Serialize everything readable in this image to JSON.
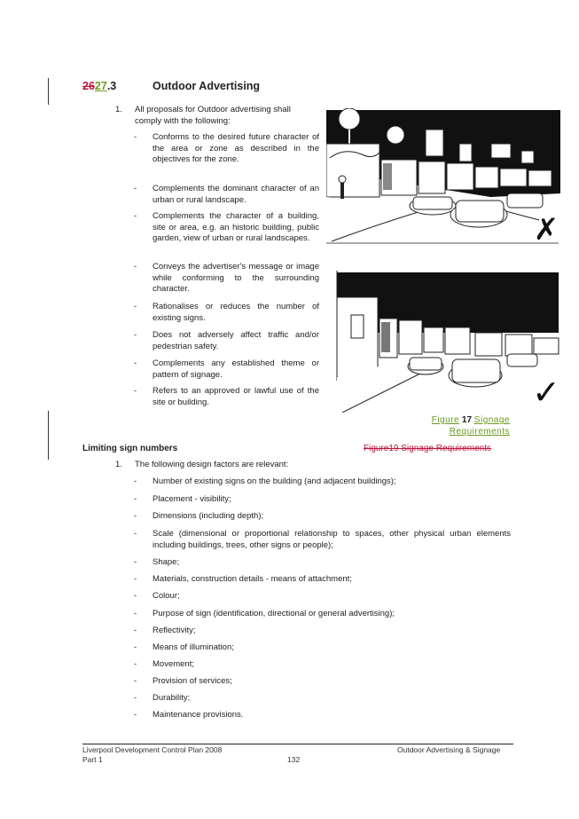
{
  "heading": {
    "number_deleted": "26",
    "number_inserted": "27",
    "number_suffix": ".3",
    "title": "Outdoor Advertising"
  },
  "section1": {
    "item_number": "1.",
    "intro": "All proposals for Outdoor advertising shall comply with the following:",
    "bullets": [
      "Conforms to the desired future character of the area or zone as described in the objectives for the zone.",
      "Complements the dominant character of an urban or rural landscape.",
      "Complements the character of a building, site or area, e.g. an historic building, public garden, view of urban or rural landscapes.",
      "Conveys the advertiser's message or image while conforming to the surrounding character.",
      "Rationalises or reduces the number of existing signs.",
      "Does not adversely affect traffic and/or pedestrian safety.",
      "Complements any established theme or pattern of signage.",
      "Refers to an approved or lawful use of the site or building."
    ]
  },
  "figure": {
    "caption_word": "Figure",
    "caption_number": "17",
    "caption_rest_line1": "Signage",
    "caption_rest_line2": "Requirements",
    "old_caption": "Figure19 Signage Requirements",
    "top_mark": "✗",
    "bottom_mark": "✓"
  },
  "section2": {
    "subheading": "Limiting sign numbers",
    "item_number": "1.",
    "intro": "The following design factors are relevant:",
    "bullets": [
      "Number of existing signs on the building (and adjacent buildings);",
      "Placement - visibility;",
      "Dimensions (including depth);",
      "Scale (dimensional or proportional relationship to spaces, other physical urban elements including buildings, trees, other signs or people);",
      "Shape;",
      "Materials, construction details - means of attachment;",
      "Colour;",
      "Purpose of sign (identification, directional or general advertising);",
      "Reflectivity;",
      "Means of illumination;",
      "Movement;",
      "Provision of services;",
      "Durability;",
      "Maintenance provisions."
    ]
  },
  "footer": {
    "left_line1": "Liverpool Development Control Plan 2008",
    "left_line2": "Part 1",
    "page_number": "132",
    "right": "Outdoor Advertising & Signage"
  },
  "bullet_glyph": "-",
  "colors": {
    "deleted": "#c0143c",
    "inserted": "#6a9a1f"
  }
}
